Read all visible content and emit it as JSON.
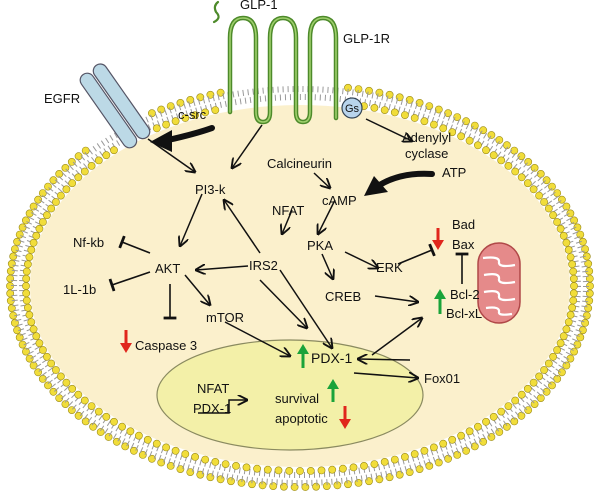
{
  "ligand": "GLP-1",
  "receptor": "GLP-1R",
  "egfr": "EGFR",
  "gs": "Gs",
  "csrc": "c-src",
  "adenylyl_line1": "Adenylyl",
  "adenylyl_line2": "cyclase",
  "atp": "ATP",
  "camp": "cAMP",
  "calcineurin": "Calcineurin",
  "nfat": "NFAT",
  "pi3k": "PI3-k",
  "irs2": "IRS2",
  "pka": "PKA",
  "creb": "CREB",
  "erk": "ERK",
  "akt": "AKT",
  "nfkb": "Nf-kb",
  "il1b": "1L-1b",
  "mtor": "mTOR",
  "caspase3": "Caspase 3",
  "bad": "Bad",
  "bax": "Bax",
  "bcl2": "Bcl-2",
  "bclxl": "Bcl-xL",
  "pdx1": "PDX-1",
  "fox01": "Fox01",
  "nucleus_nfat": "NFAT",
  "nucleus_pdx1": "PDX-1",
  "survival": "survival",
  "apoptotic": "apoptotic",
  "colors": {
    "cytoplasm": "#fbf0cc",
    "nucleus": "#f3f0a8",
    "lipid_head": "#f1dd3a",
    "up_arrow": "#1aa33a",
    "down_arrow": "#e0261c",
    "receptor": "#4d8a2a",
    "mitochondria": "#e58a8a"
  }
}
